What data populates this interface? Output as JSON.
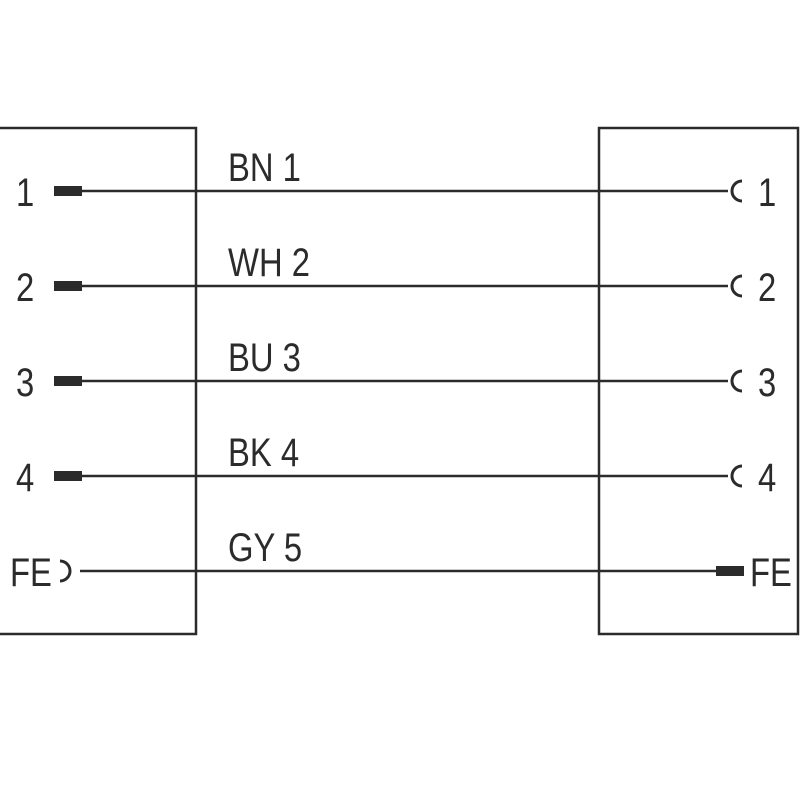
{
  "colors": {
    "line": "#2b2b2b",
    "background": "#ffffff"
  },
  "left_connector": {
    "pins": [
      {
        "label": "1",
        "contact": "male"
      },
      {
        "label": "2",
        "contact": "male"
      },
      {
        "label": "3",
        "contact": "male"
      },
      {
        "label": "4",
        "contact": "male"
      },
      {
        "label": "FE",
        "contact": "female"
      }
    ]
  },
  "right_connector": {
    "pins": [
      {
        "label": "1",
        "contact": "female"
      },
      {
        "label": "2",
        "contact": "female"
      },
      {
        "label": "3",
        "contact": "female"
      },
      {
        "label": "4",
        "contact": "female"
      },
      {
        "label": "FE",
        "contact": "male"
      }
    ]
  },
  "wires": [
    {
      "label": "BN 1"
    },
    {
      "label": "WH 2"
    },
    {
      "label": "BU 3"
    },
    {
      "label": "BK 4"
    },
    {
      "label": "GY 5"
    }
  ]
}
